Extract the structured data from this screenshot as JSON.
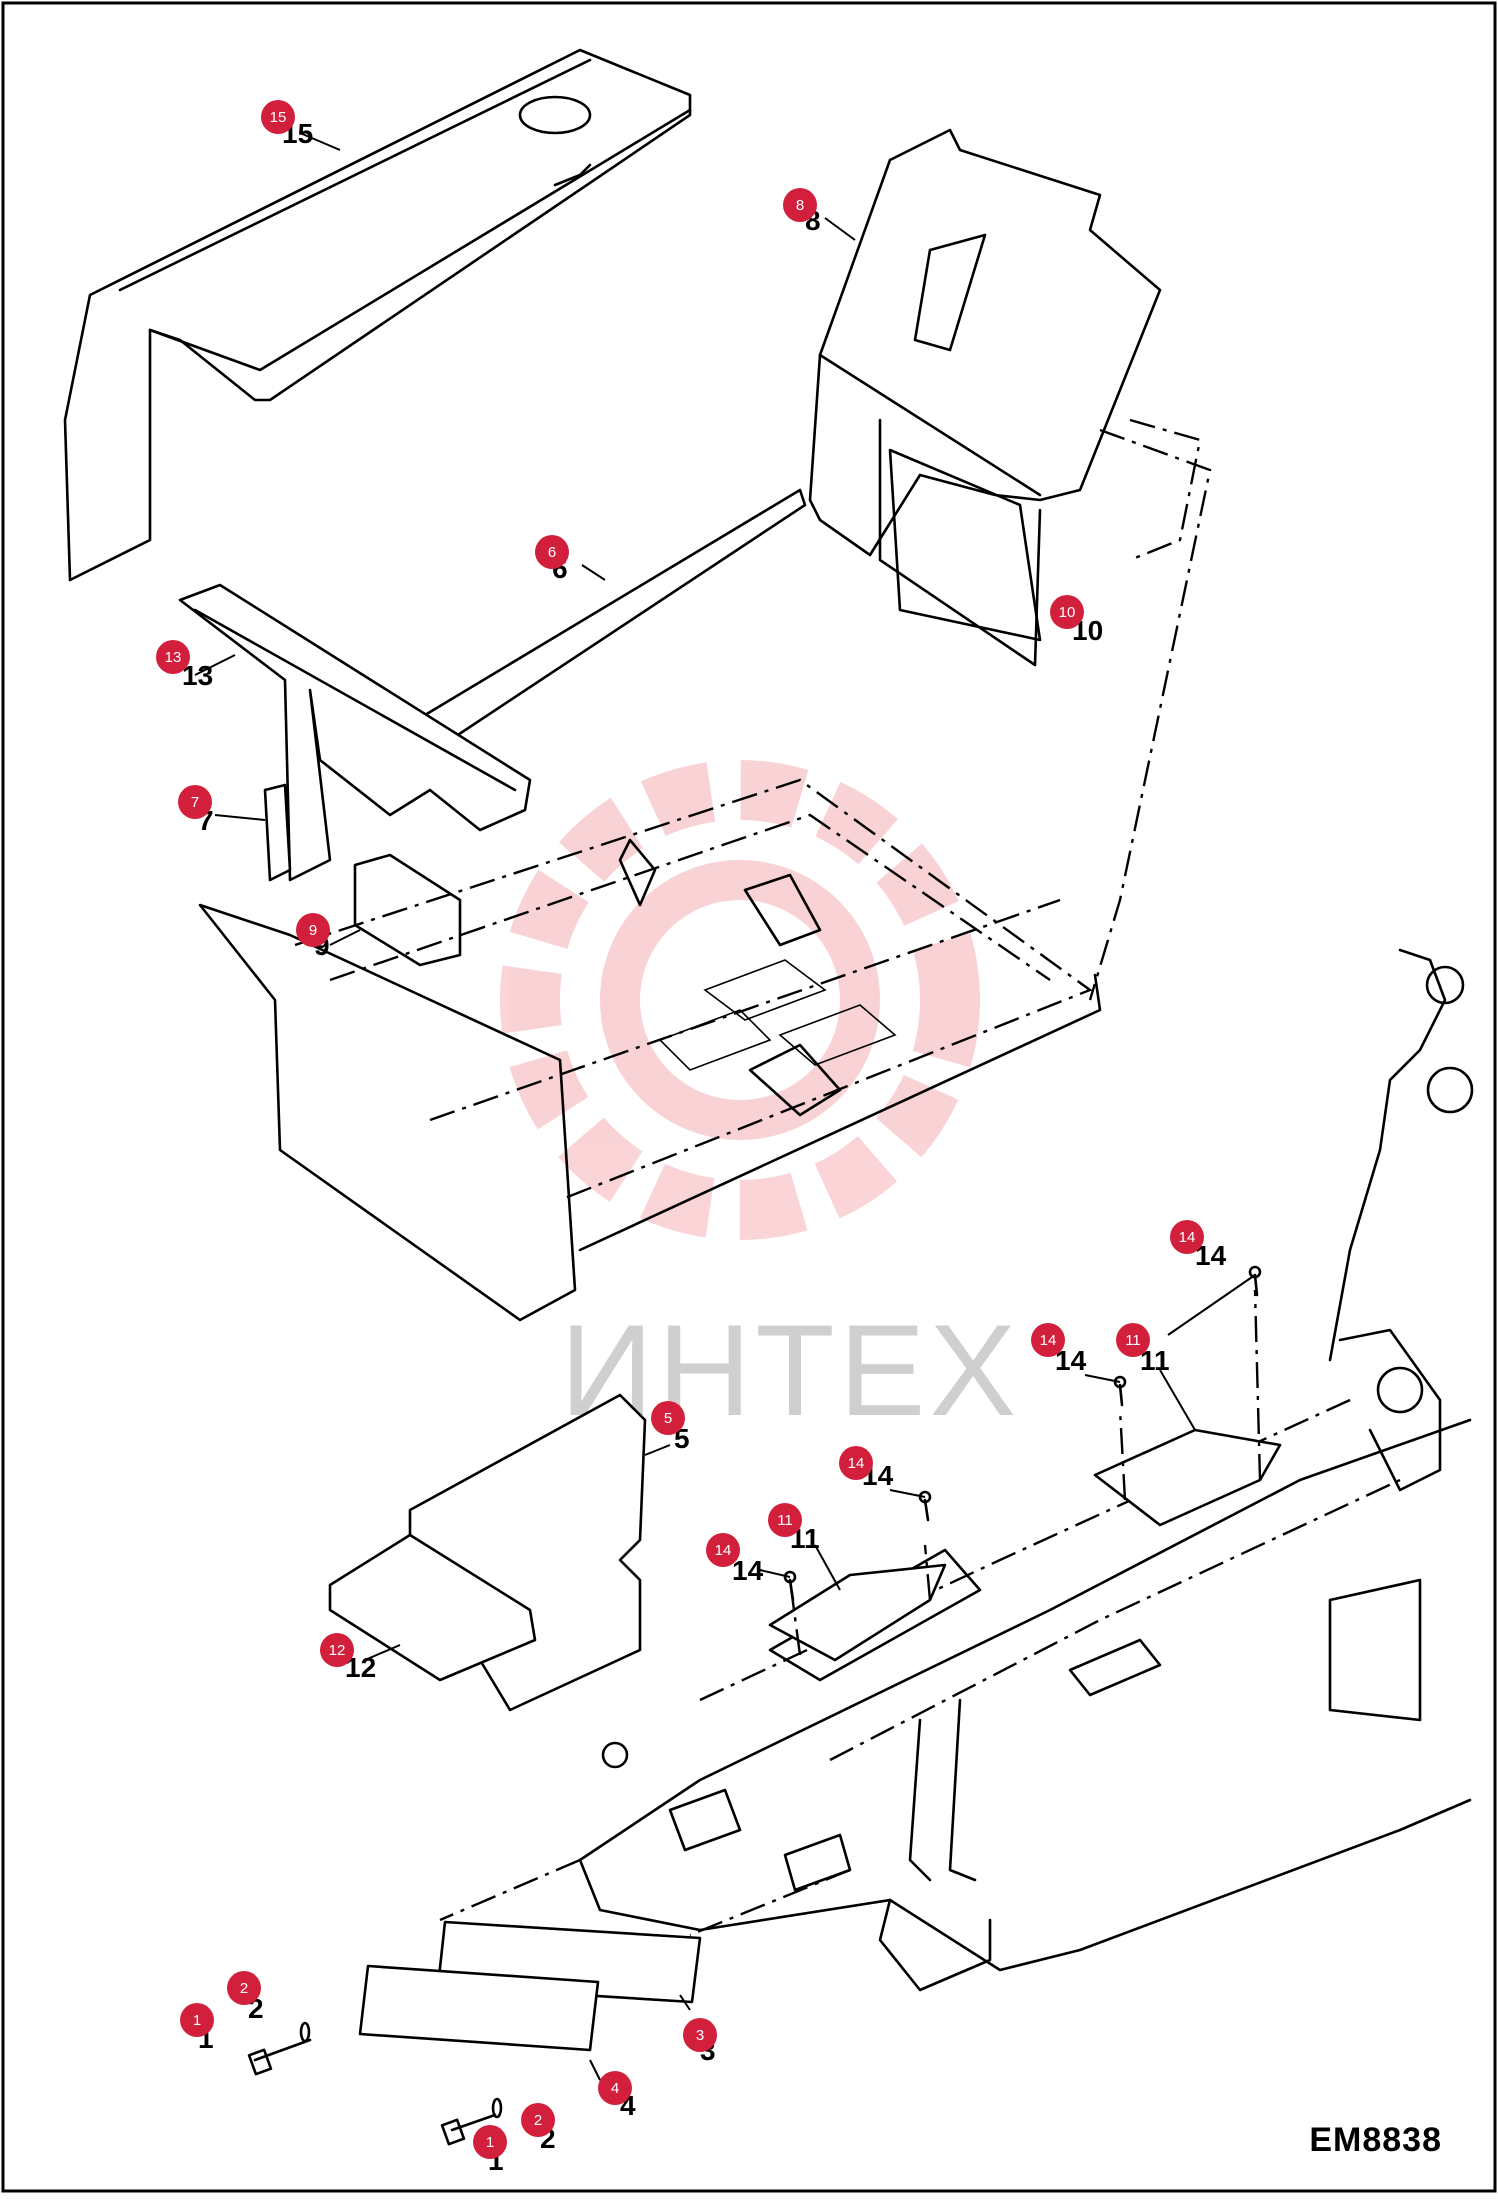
{
  "diagram_code": "EM8838",
  "watermark": "ИНТЕХ",
  "accent_color": "#d21f3c",
  "callouts": [
    {
      "id": "15",
      "label": "15"
    },
    {
      "id": "8",
      "label": "8"
    },
    {
      "id": "6",
      "label": "6"
    },
    {
      "id": "10",
      "label": "10"
    },
    {
      "id": "13",
      "label": "13"
    },
    {
      "id": "7",
      "label": "7"
    },
    {
      "id": "9",
      "label": "9"
    },
    {
      "id": "14a",
      "label": "14"
    },
    {
      "id": "14b",
      "label": "14"
    },
    {
      "id": "11a",
      "label": "11"
    },
    {
      "id": "5",
      "label": "5"
    },
    {
      "id": "14c",
      "label": "14"
    },
    {
      "id": "14d",
      "label": "14"
    },
    {
      "id": "11b",
      "label": "11"
    },
    {
      "id": "12",
      "label": "12"
    },
    {
      "id": "2a",
      "label": "2"
    },
    {
      "id": "1a",
      "label": "1"
    },
    {
      "id": "3",
      "label": "3"
    },
    {
      "id": "4",
      "label": "4"
    },
    {
      "id": "2b",
      "label": "2"
    },
    {
      "id": "1b",
      "label": "1"
    }
  ]
}
